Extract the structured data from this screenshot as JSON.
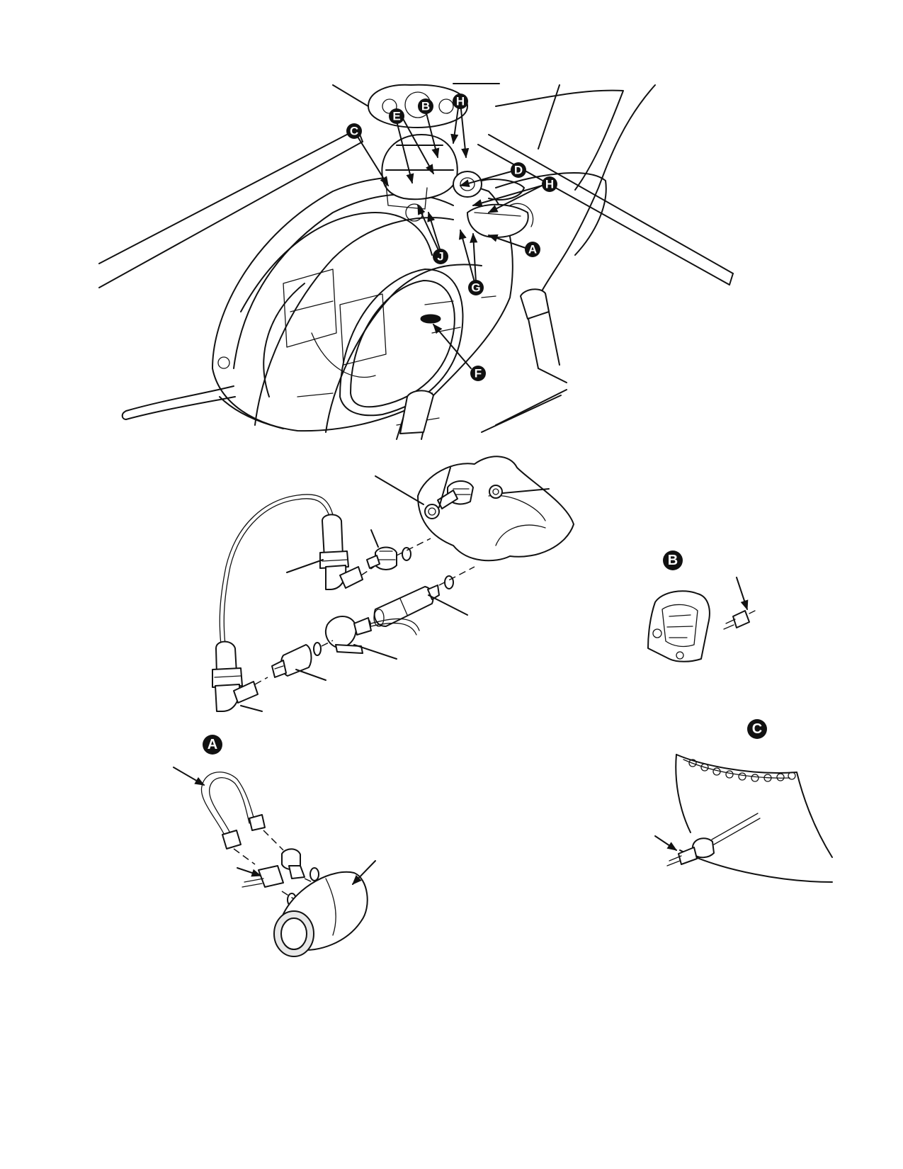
{
  "figure": {
    "callouts": {
      "A": "A",
      "B": "B",
      "C": "C",
      "D": "D",
      "E": "E",
      "F": "F",
      "G": "G",
      "H": "H",
      "J": "J"
    },
    "detail_labels": {
      "A": "A",
      "B": "B",
      "C": "C"
    }
  }
}
